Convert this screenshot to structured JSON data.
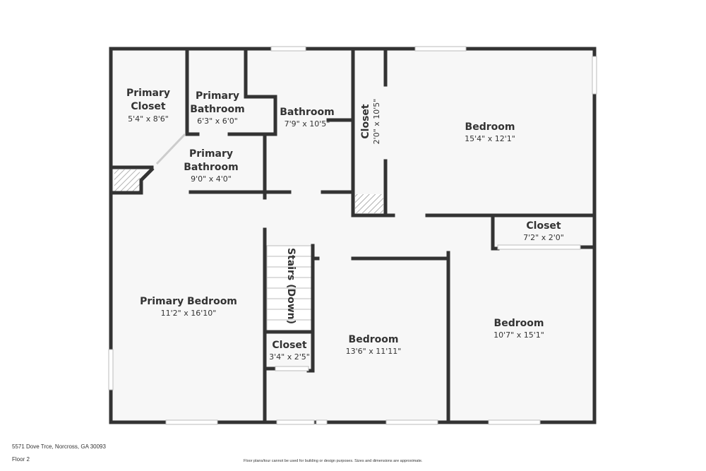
{
  "colors": {
    "wall": "#333333",
    "floor": "#f7f7f7",
    "window": "#ffffff"
  },
  "rooms": [
    {
      "name": "Primary",
      "name2": "Closet",
      "dims": "5'4\" x 8'6\""
    },
    {
      "name": "Primary",
      "name2": "Bathroom",
      "dims": "6'3\" x 6'0\""
    },
    {
      "name": "Bathroom",
      "dims": "7'9\" x 10'5\""
    },
    {
      "name": "Closet",
      "dims": "2'0\" x 10'5\""
    },
    {
      "name": "Bedroom",
      "dims": "15'4\" x 12'1\""
    },
    {
      "name": "Primary",
      "name2": "Bathroom",
      "dims": "9'0\" x 4'0\""
    },
    {
      "name": "Closet",
      "dims": "7'2\" x 2'0\""
    },
    {
      "name": "Stairs (Down)"
    },
    {
      "name": "Primary Bedroom",
      "dims": "11'2\" x 16'10\""
    },
    {
      "name": "Bedroom",
      "dims": "10'7\" x 15'1\""
    },
    {
      "name": "Bedroom",
      "dims": "13'6\" x 11'11\""
    },
    {
      "name": "Closet",
      "dims": "3'4\" x 2'5\""
    }
  ],
  "footer": {
    "address": "5571 Dove Trce, Norcross, GA 30093",
    "floor": "Floor 2",
    "disclaimer": "Floor plans/tour cannot be used for building or design purposes. Sizes and dimensions are approximate."
  }
}
